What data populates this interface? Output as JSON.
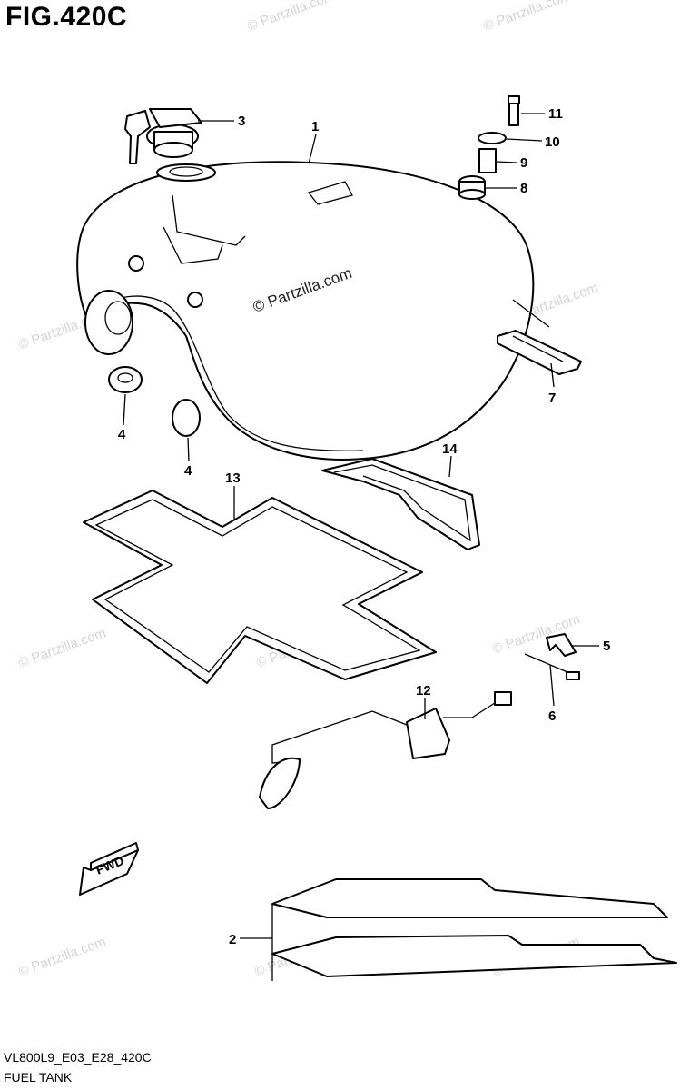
{
  "figure": {
    "title": "FIG.420C",
    "code": "VL800L9_E03_E28_420C",
    "caption": "FUEL TANK"
  },
  "watermark": {
    "main": "© Partzilla.com",
    "repeat": "© Partzilla.com"
  },
  "direction_label": "FWD",
  "callouts": [
    "1",
    "2",
    "3",
    "4",
    "4",
    "5",
    "6",
    "7",
    "8",
    "9",
    "10",
    "11",
    "12",
    "13",
    "14"
  ]
}
